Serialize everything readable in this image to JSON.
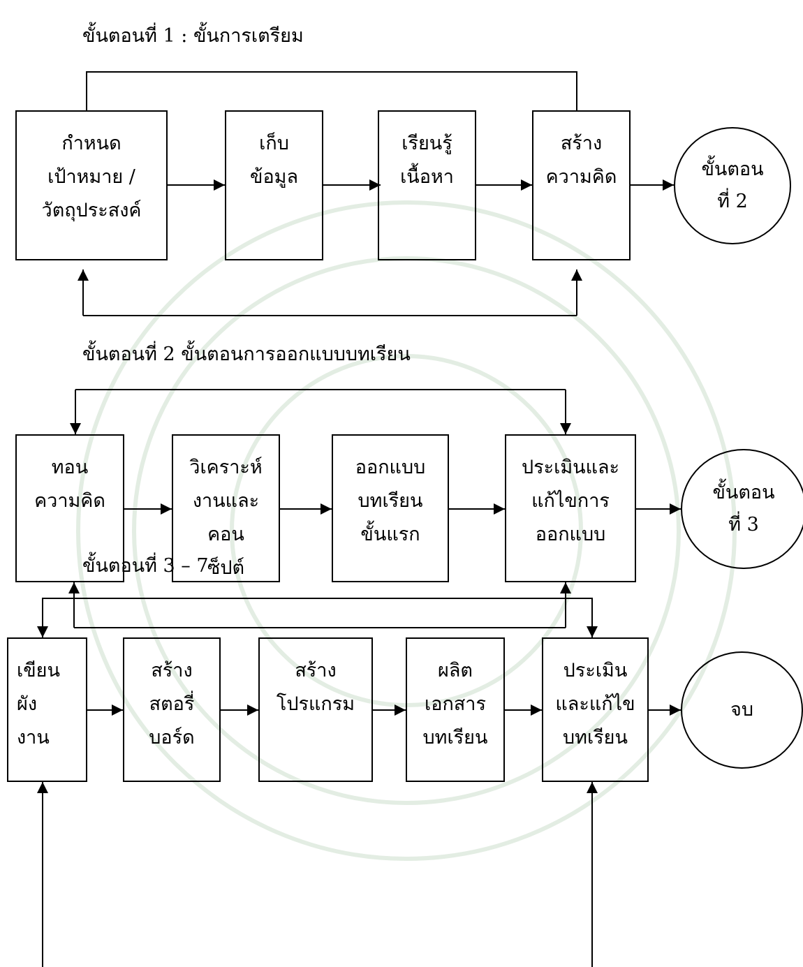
{
  "section1": {
    "title": "ขั้นตอนที่ 1 :  ขั้นการเตรียม",
    "boxes": [
      {
        "lines": [
          "กำหนด",
          "เป้าหมาย /",
          "วัตถุประสงค์"
        ]
      },
      {
        "lines": [
          "เก็บ",
          "ข้อมูล"
        ]
      },
      {
        "lines": [
          "เรียนรู้",
          "เนื้อหา"
        ]
      },
      {
        "lines": [
          "สร้าง",
          "ความคิด"
        ]
      }
    ],
    "end": {
      "lines": [
        "ขั้นตอน",
        "ที่ 2"
      ]
    }
  },
  "section2": {
    "title": "ขั้นตอนที่ 2  ขั้นตอนการออกแบบบทเรียน",
    "boxes": [
      {
        "lines": [
          "ทอน",
          "ความคิด"
        ]
      },
      {
        "lines": [
          "วิเคราะห์",
          "งานและ",
          "คอน",
          "ซ็ปต์"
        ]
      },
      {
        "lines": [
          "ออกแบบ",
          "บทเรียน",
          "ขั้นแรก"
        ]
      },
      {
        "lines": [
          "ประเมินและ",
          "แก้ไขการ",
          "ออกแบบ"
        ]
      }
    ],
    "end": {
      "lines": [
        "ขั้นตอน",
        "ที่ 3"
      ]
    }
  },
  "section3": {
    "title": "ขั้นตอนที่ 3 – 7",
    "boxes": [
      {
        "lines": [
          "เขียน",
          "ผัง",
          "งาน"
        ]
      },
      {
        "lines": [
          "สร้าง",
          "สตอรี่",
          "บอร์ด"
        ]
      },
      {
        "lines": [
          "สร้าง",
          "โปรแกรม"
        ]
      },
      {
        "lines": [
          "ผลิต",
          "เอกสาร",
          "บทเรียน"
        ]
      },
      {
        "lines": [
          "ประเมิน",
          "และแก้ไข",
          "บทเรียน"
        ]
      }
    ],
    "end": {
      "lines": [
        "จบ"
      ]
    }
  },
  "colors": {
    "line": "#000000",
    "watermark": "#e3ede3"
  }
}
